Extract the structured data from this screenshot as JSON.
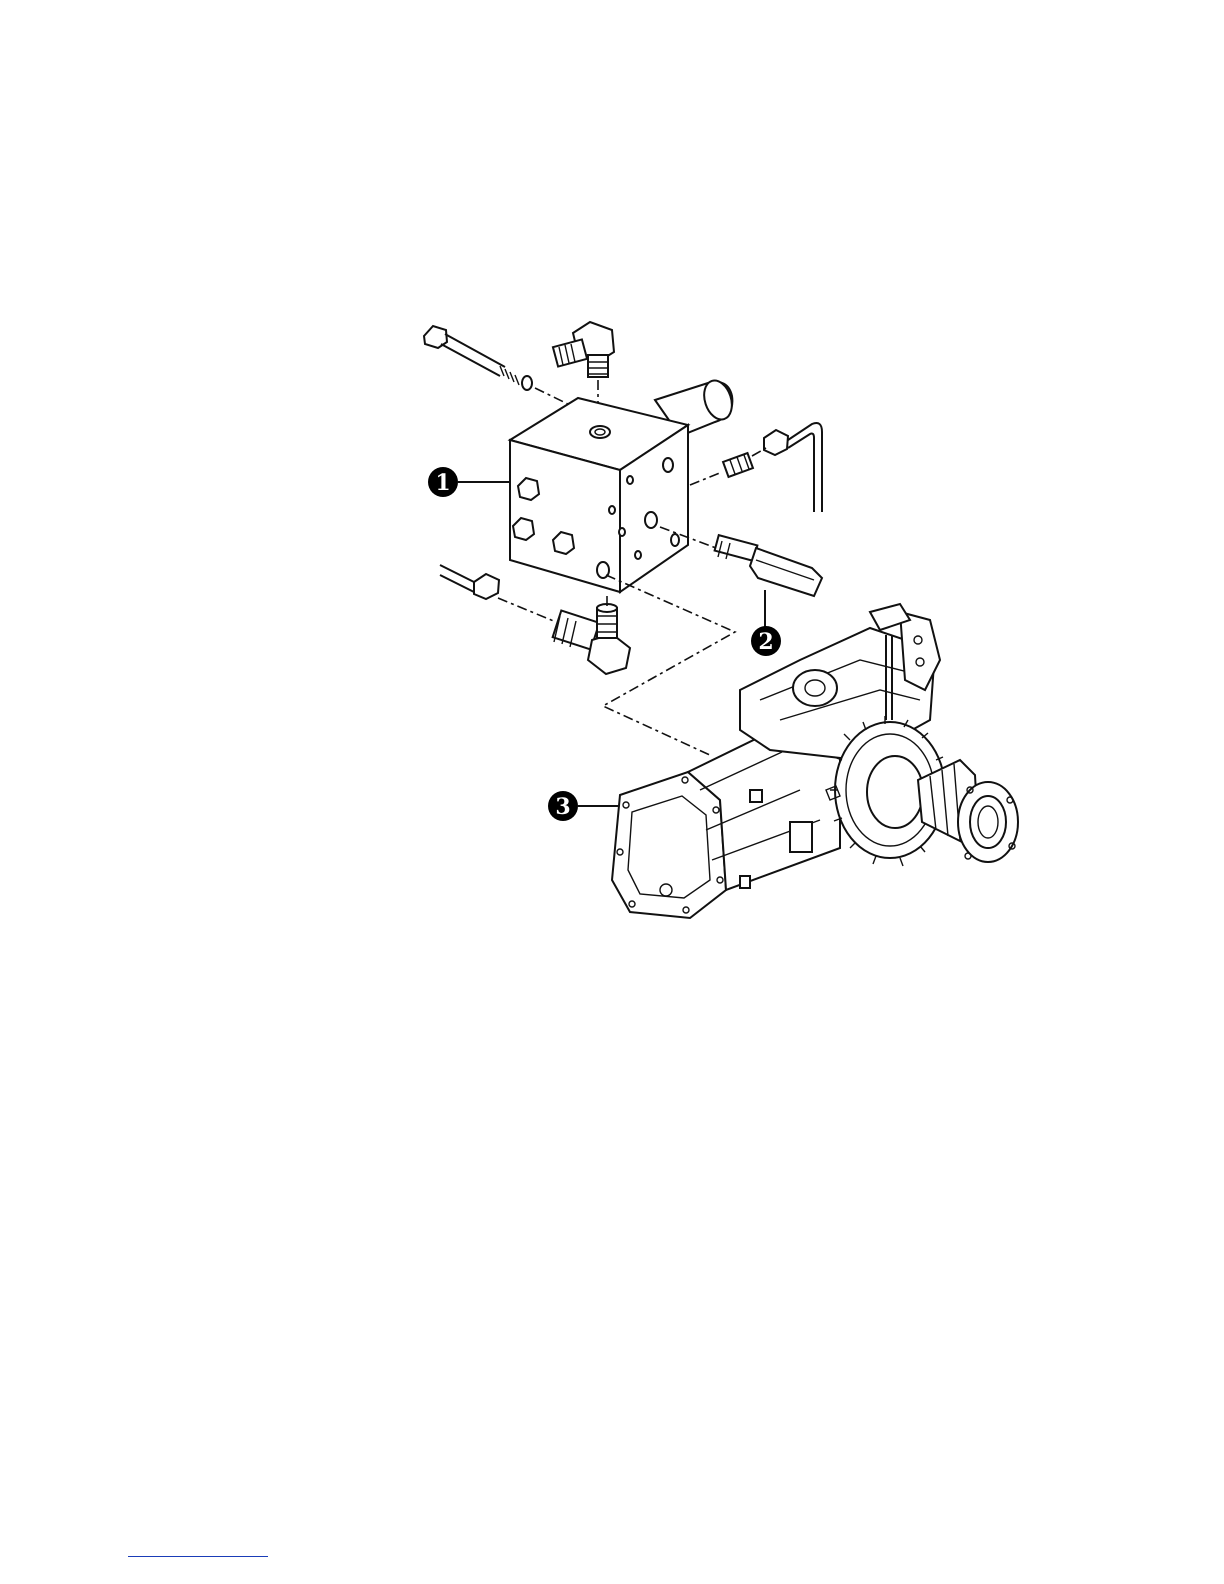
{
  "diagram": {
    "callouts": [
      {
        "number": "1"
      },
      {
        "number": "2"
      },
      {
        "number": "3"
      }
    ],
    "colors": {
      "line": "#111111",
      "callout_fill": "#000000",
      "footer_rule": "#1a3db8"
    }
  }
}
